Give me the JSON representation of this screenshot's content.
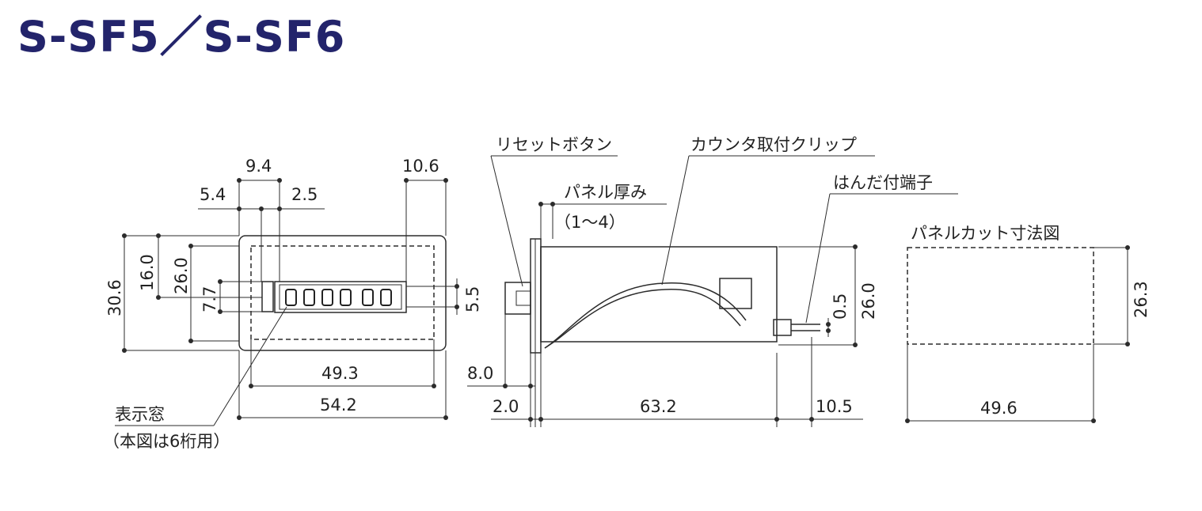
{
  "title": "S-SF5／S-SF6",
  "front_view": {
    "dims": {
      "d_9_4": "9.4",
      "d_10_6": "10.6",
      "d_5_4": "5.4",
      "d_2_5": "2.5",
      "d_16_0": "16.0",
      "d_26_0": "26.0",
      "d_30_6": "30.6",
      "d_7_7": "7.7",
      "d_5_5": "5.5",
      "d_49_3": "49.3",
      "d_54_2": "54.2"
    },
    "display_digits": "000000",
    "label_window": "表示窓",
    "label_window_note": "（本図は6桁用）"
  },
  "side_view": {
    "label_reset": "リセットボタン",
    "label_clip": "カウンタ取付クリップ",
    "label_panel_thickness": "パネル厚み",
    "label_panel_range": "（1～4）",
    "label_terminal": "はんだ付端子",
    "dims": {
      "d_0_5": "0.5",
      "d_26_0": "26.0",
      "d_8_0": "8.0",
      "d_2_0": "2.0",
      "d_63_2": "63.2",
      "d_10_5": "10.5"
    }
  },
  "panel_cut": {
    "label": "パネルカット寸法図",
    "d_26_3": "26.3",
    "d_49_6": "49.6"
  }
}
